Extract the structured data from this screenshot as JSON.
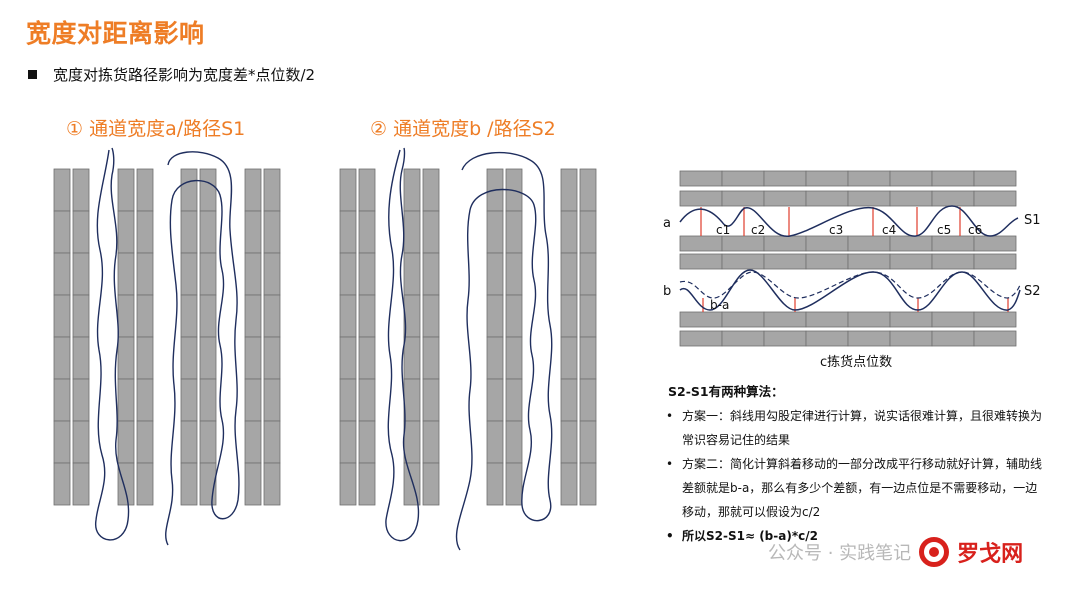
{
  "page": {
    "title": "宽度对距离影响",
    "bullet": "宽度对拣货路径影响为宽度差*点位数/2"
  },
  "diagrams": {
    "left_label": "① 通道宽度a/路径S1",
    "right_label": "② 通道宽度b /路径S2",
    "colors": {
      "rack": "#a6a6a6",
      "rack_border": "#6f6f6f",
      "path": "#1f2e5e",
      "marker": "#e03b2b",
      "accent": "#ee7d26"
    }
  },
  "schematic": {
    "label_a": "a",
    "label_b": "b",
    "label_s1": "S1",
    "label_s2": "S2",
    "c_labels": [
      "c1",
      "c2",
      "c3",
      "c4",
      "c5",
      "c6"
    ],
    "diff_label": "b-a",
    "caption": "c拣货点位数"
  },
  "methods": {
    "title": "S2-S1有两种算法：",
    "items": [
      "方案一：斜线用勾股定律进行计算，说实话很难计算，且很难转换为常识容易记住的结果",
      "方案二：简化计算斜着移动的一部分改成平行移动就好计算，辅助线差额就是b-a，那么有多少个差额，有一边点位是不需要移动，一边移动，那就可以假设为c/2",
      "所以S2-S1≈ (b-a)*c/2"
    ],
    "bullet_char": "•"
  },
  "watermark": {
    "text": "公众号 · 实践笔记",
    "logo": "罗戈网"
  }
}
